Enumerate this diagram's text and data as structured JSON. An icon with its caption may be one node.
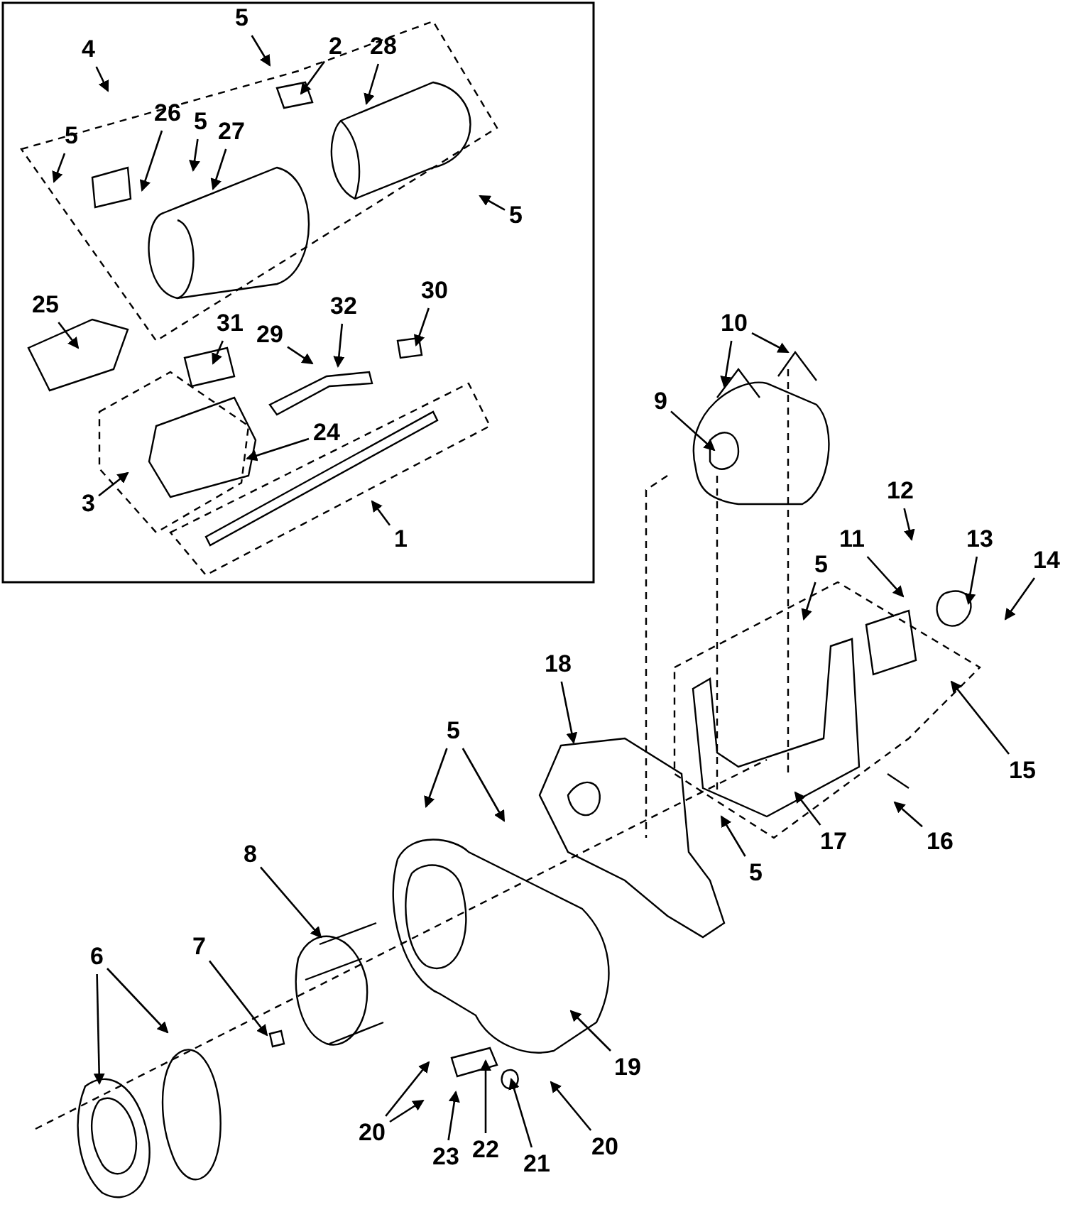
{
  "diagram": {
    "nodes": [
      {
        "text": [
          "5"
        ]
      },
      {
        "text": [
          "2"
        ]
      },
      {
        "text": [
          "28"
        ]
      },
      {
        "text": [
          "4"
        ]
      },
      {
        "text": [
          "5"
        ]
      },
      {
        "text": [
          "26"
        ]
      },
      {
        "text": [
          "5"
        ]
      },
      {
        "text": [
          "27"
        ]
      },
      {
        "text": [
          "5"
        ]
      },
      {
        "text": [
          "25"
        ]
      },
      {
        "text": [
          "31"
        ]
      },
      {
        "text": [
          "32"
        ]
      },
      {
        "text": [
          "29"
        ]
      },
      {
        "text": [
          "30"
        ]
      },
      {
        "text": [
          "24"
        ]
      },
      {
        "text": [
          "3"
        ]
      },
      {
        "text": [
          "1"
        ]
      },
      {
        "text": [
          "10"
        ]
      },
      {
        "text": [
          "9"
        ]
      },
      {
        "text": [
          "12"
        ]
      },
      {
        "text": [
          "11"
        ]
      },
      {
        "text": [
          "13"
        ]
      },
      {
        "text": [
          "14"
        ]
      },
      {
        "text": [
          "5"
        ]
      },
      {
        "text": [
          "18"
        ]
      },
      {
        "text": [
          "5"
        ]
      },
      {
        "text": [
          "15"
        ]
      },
      {
        "text": [
          "5"
        ]
      },
      {
        "text": [
          "17"
        ]
      },
      {
        "text": [
          "16"
        ]
      },
      {
        "text": [
          "8"
        ]
      },
      {
        "text": [
          "6"
        ]
      },
      {
        "text": [
          "7"
        ]
      },
      {
        "text": [
          "19"
        ]
      },
      {
        "text": [
          "20"
        ]
      },
      {
        "text": [
          "23"
        ]
      },
      {
        "text": [
          "22"
        ]
      },
      {
        "text": [
          "21"
        ]
      },
      {
        "text": [
          "20"
        ]
      }
    ],
    "edges": [
      {
        "from": 0,
        "to": null,
        "arrow": "to"
      },
      {
        "from": 1,
        "to": null,
        "arrow": "to"
      },
      {
        "from": 2,
        "to": null,
        "arrow": "to"
      },
      {
        "from": 3,
        "to": null,
        "arrow": "to"
      },
      {
        "from": 4,
        "to": null,
        "arrow": "to"
      },
      {
        "from": 5,
        "to": null,
        "arrow": "to"
      },
      {
        "from": 6,
        "to": null,
        "arrow": "to"
      },
      {
        "from": 7,
        "to": null,
        "arrow": "to"
      },
      {
        "from": 8,
        "to": null,
        "arrow": "to"
      },
      {
        "from": 9,
        "to": null,
        "arrow": "to"
      },
      {
        "from": 10,
        "to": null,
        "arrow": "to"
      },
      {
        "from": 11,
        "to": null,
        "arrow": "to"
      },
      {
        "from": 12,
        "to": null,
        "arrow": "to"
      },
      {
        "from": 13,
        "to": null,
        "arrow": "to"
      },
      {
        "from": 14,
        "to": null,
        "arrow": "to"
      },
      {
        "from": 15,
        "to": null,
        "arrow": "to"
      },
      {
        "from": 16,
        "to": null,
        "arrow": "to"
      },
      {
        "from": 17,
        "to": null,
        "arrow": "to"
      },
      {
        "from": 17,
        "to": null,
        "arrow": "to"
      },
      {
        "from": 18,
        "to": null,
        "arrow": "to"
      },
      {
        "from": 19,
        "to": null,
        "arrow": "to"
      },
      {
        "from": 20,
        "to": null,
        "arrow": "to"
      },
      {
        "from": 21,
        "to": null,
        "arrow": "to"
      },
      {
        "from": 22,
        "to": null,
        "arrow": "to"
      },
      {
        "from": 23,
        "to": null,
        "arrow": "to"
      },
      {
        "from": 24,
        "to": null,
        "arrow": "to"
      },
      {
        "from": 25,
        "to": null,
        "arrow": "to"
      },
      {
        "from": 25,
        "to": null,
        "arrow": "to"
      },
      {
        "from": 26,
        "to": null,
        "arrow": "to"
      },
      {
        "from": 27,
        "to": null,
        "arrow": "to"
      },
      {
        "from": 28,
        "to": null,
        "arrow": "to"
      },
      {
        "from": 29,
        "to": null,
        "arrow": "to"
      },
      {
        "from": 30,
        "to": null,
        "arrow": "to"
      },
      {
        "from": 31,
        "to": null,
        "arrow": "to"
      },
      {
        "from": 31,
        "to": null,
        "arrow": "to"
      },
      {
        "from": 32,
        "to": null,
        "arrow": "to"
      },
      {
        "from": 33,
        "to": null,
        "arrow": "to"
      },
      {
        "from": 34,
        "to": null,
        "arrow": "to"
      },
      {
        "from": 34,
        "to": null,
        "arrow": "to"
      },
      {
        "from": 35,
        "to": null,
        "arrow": "to"
      },
      {
        "from": 36,
        "to": null,
        "arrow": "to"
      },
      {
        "from": 37,
        "to": null,
        "arrow": "to"
      },
      {
        "from": 38,
        "to": null,
        "arrow": "to"
      }
    ]
  }
}
